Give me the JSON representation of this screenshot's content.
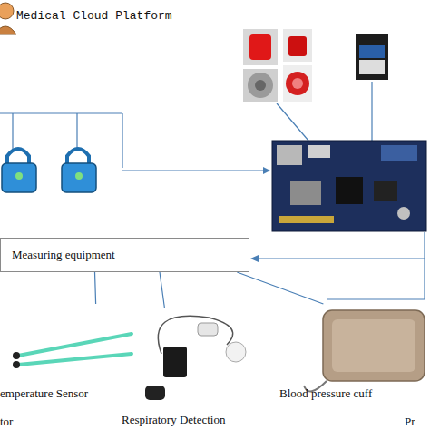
{
  "diagram": {
    "nodes": [
      {
        "text": [
          "Measuring equipment"
        ]
      },
      {
        "text": [
          "emperature Sensor"
        ]
      },
      {
        "text": [
          "Respiratory Detection"
        ]
      },
      {
        "text": [
          "Blood pressure cuff"
        ]
      }
    ],
    "edges": [
      {
        "from": 0,
        "to": 1,
        "arrow": "none"
      },
      {
        "from": 0,
        "to": 2,
        "arrow": "none"
      },
      {
        "from": 0,
        "to": 3,
        "arrow": "none"
      }
    ],
    "labels": [
      "Medical Cloud Platform",
      "tor",
      "Pr"
    ]
  }
}
